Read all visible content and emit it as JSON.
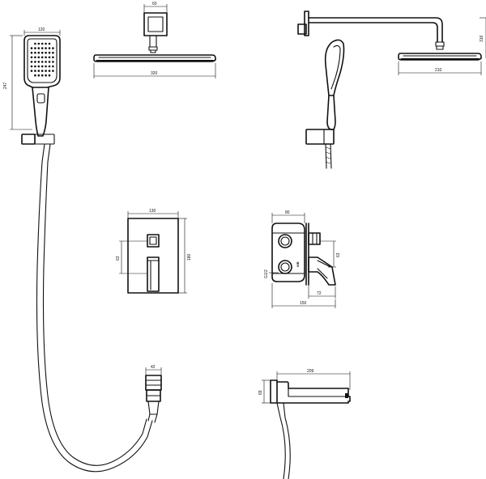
{
  "dimensions": {
    "handshower_width": "120",
    "handshower_length": "247",
    "shower_head_top": "60",
    "shower_head_diameter": "320",
    "arm_head_diameter": "210",
    "arm_height": "316",
    "trim_width": "130",
    "trim_height": "180",
    "trim_offset": "63",
    "body_width": "80",
    "body_depth": "150",
    "body_port_offset": "63",
    "handle_projection": "72",
    "inlet_thread": "G1/2",
    "outlet_width": "42",
    "spout_length": "209",
    "spout_height": "69"
  },
  "brand_mark": "WB"
}
